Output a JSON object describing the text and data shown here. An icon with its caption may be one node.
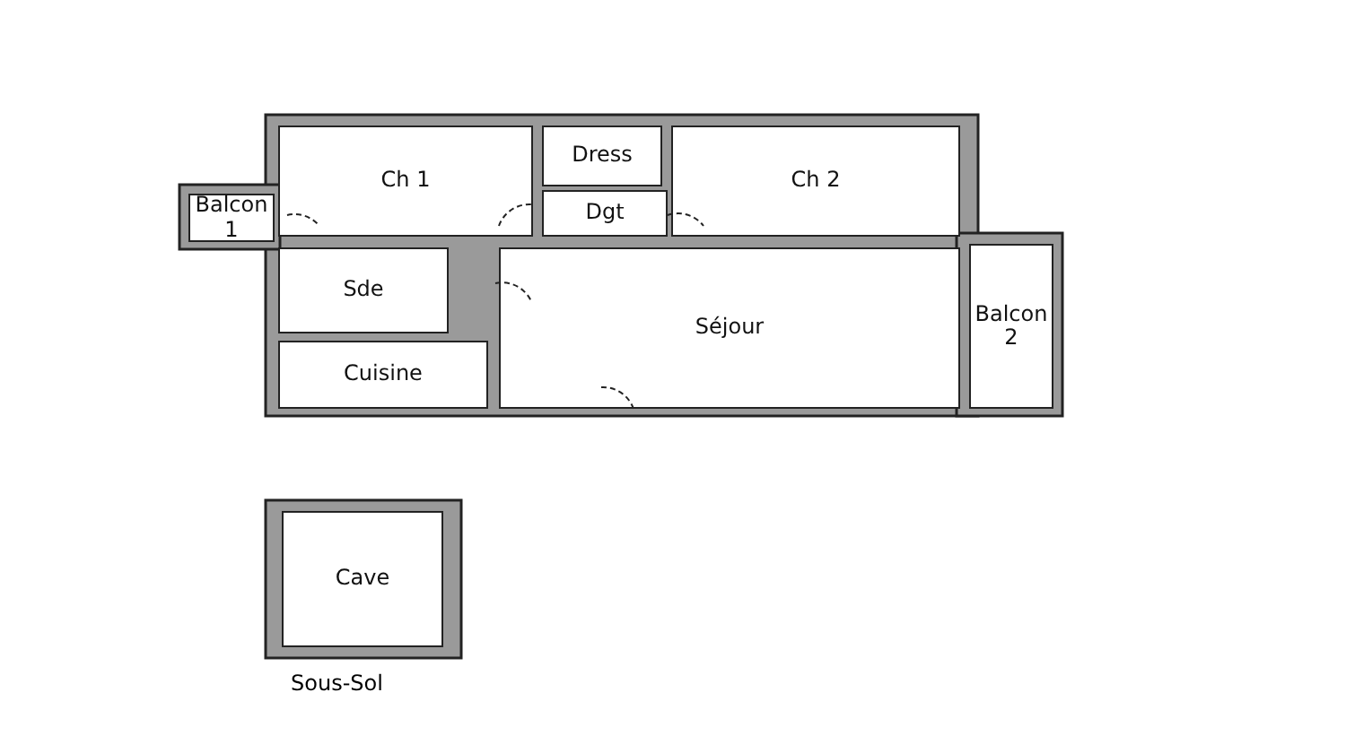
{
  "diagram": {
    "nodes": [
      {
        "text": [
          "Ch 1"
        ]
      },
      {
        "text": [
          "Balcon 1"
        ]
      },
      {
        "text": [
          "Dress"
        ]
      },
      {
        "text": [
          "Dgt"
        ]
      },
      {
        "text": [
          "Ch 2"
        ]
      },
      {
        "text": [
          "Sde"
        ]
      },
      {
        "text": [
          "Séjour"
        ]
      },
      {
        "text": [
          "Balcon 2"
        ]
      },
      {
        "text": [
          "Cuisine"
        ]
      },
      {
        "text": [
          "Cave"
        ]
      }
    ],
    "edges": [],
    "labels": [
      "Sous-Sol"
    ]
  }
}
